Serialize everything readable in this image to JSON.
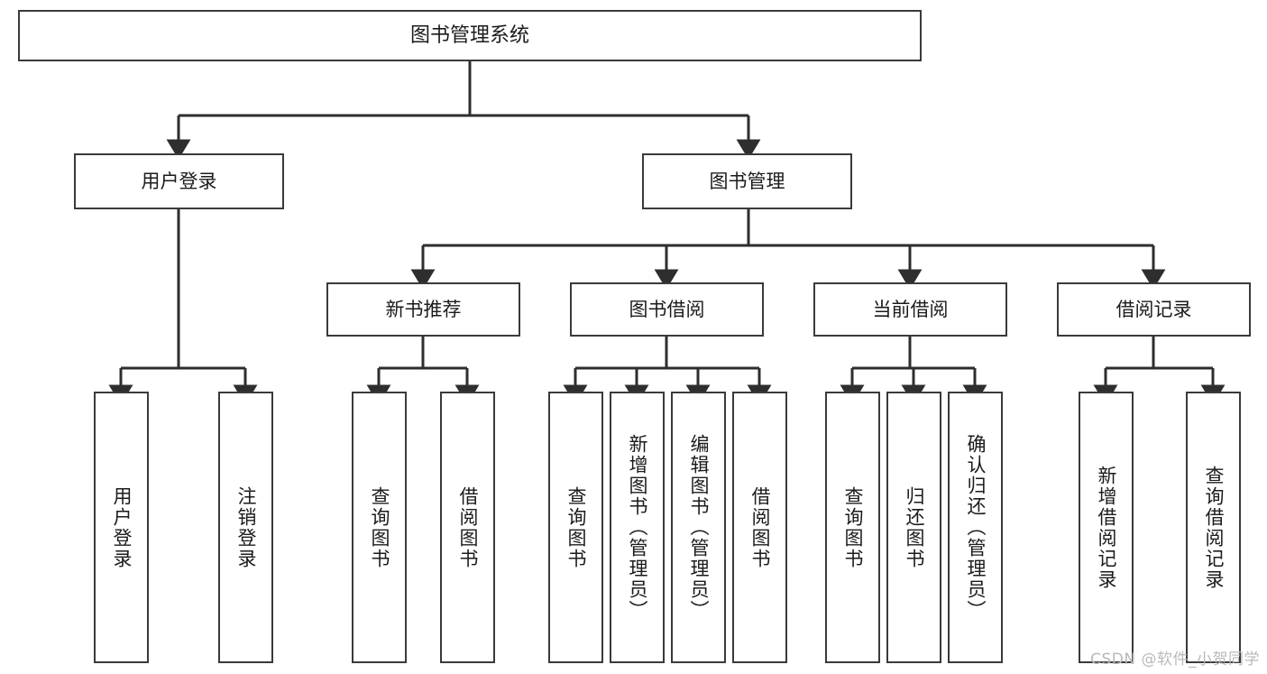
{
  "diagram": {
    "title": "图书管理系统",
    "type": "tree-hierarchy-chart",
    "root": {
      "label": "图书管理系统"
    },
    "level1": [
      {
        "label": "用户登录"
      },
      {
        "label": "图书管理"
      }
    ],
    "level2": [
      {
        "label": "新书推荐"
      },
      {
        "label": "图书借阅"
      },
      {
        "label": "当前借阅"
      },
      {
        "label": "借阅记录"
      }
    ],
    "leaves": {
      "user_login": [
        {
          "label": "用户登录"
        },
        {
          "label": "注销登录"
        }
      ],
      "new_book_recommend": [
        {
          "label": "查询图书"
        },
        {
          "label": "借阅图书"
        }
      ],
      "book_borrow": [
        {
          "label": "查询图书"
        },
        {
          "label": "新增图书（管理员）"
        },
        {
          "label": "编辑图书（管理员）"
        },
        {
          "label": "借阅图书"
        }
      ],
      "current_borrow": [
        {
          "label": "查询图书"
        },
        {
          "label": "归还图书"
        },
        {
          "label": "确认归还（管理员）"
        }
      ],
      "borrow_records": [
        {
          "label": "新增借阅记录"
        },
        {
          "label": "查询借阅记录"
        }
      ]
    }
  },
  "watermark": {
    "text": "CSDN @软件_小贺同学"
  },
  "colors": {
    "box_border": "#3a3a3a",
    "box_fill": "#ffffff",
    "edge": "#2e2e2e",
    "text": "#1b1b1b",
    "watermark": "#b9b9b9"
  }
}
